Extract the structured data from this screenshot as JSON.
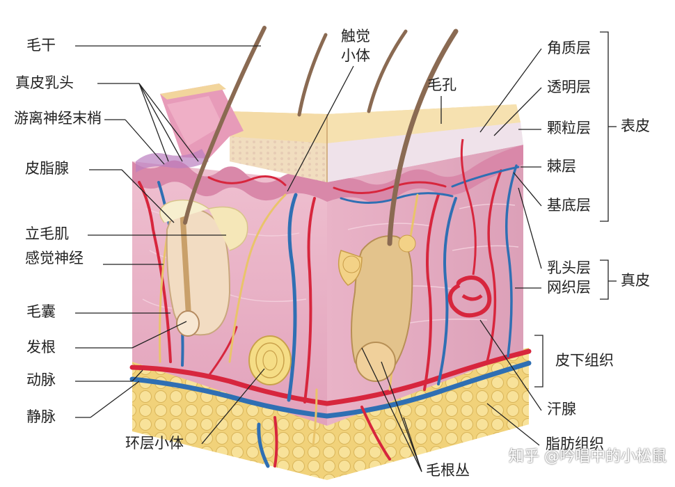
{
  "labels_left": {
    "hair_shaft": "毛干",
    "dermal_papilla": "真皮乳头",
    "free_nerve_endings": "游离神经末梢",
    "sebaceous_gland": "皮脂腺",
    "arrector_pili": "立毛肌",
    "sensory_nerve": "感觉神经",
    "hair_follicle": "毛囊",
    "hair_root": "发根",
    "artery": "动脉",
    "vein": "静脉"
  },
  "labels_top": {
    "tactile_corpuscle_line1": "触觉",
    "tactile_corpuscle_line2": "小体",
    "pore": "毛孔"
  },
  "labels_right": {
    "stratum_corneum": "角质层",
    "stratum_lucidum": "透明层",
    "stratum_granulosum": "颗粒层",
    "stratum_spinosum": "棘层",
    "stratum_basale": "基底层",
    "papillary_layer": "乳头层",
    "reticular_layer": "网织层",
    "subcutaneous": "皮下组织",
    "sweat_gland": "汗腺",
    "adipose": "脂肪组织"
  },
  "group_labels": {
    "epidermis": "表皮",
    "dermis": "真皮"
  },
  "labels_bottom": {
    "lamellar_corpuscle": "环层小体",
    "hair_root_plexus": "毛根丛"
  },
  "watermark": "知乎 @吟唱中的小松鼠",
  "colors": {
    "epidermis": "#f3d9a0",
    "dermis": "#eab3c6",
    "dermis_dark": "#d98aa8",
    "fat": "#f4d77a",
    "artery": "#d7263d",
    "vein": "#2f6fb3",
    "nerve": "#e9c46a",
    "hair": "#8a6a52"
  }
}
